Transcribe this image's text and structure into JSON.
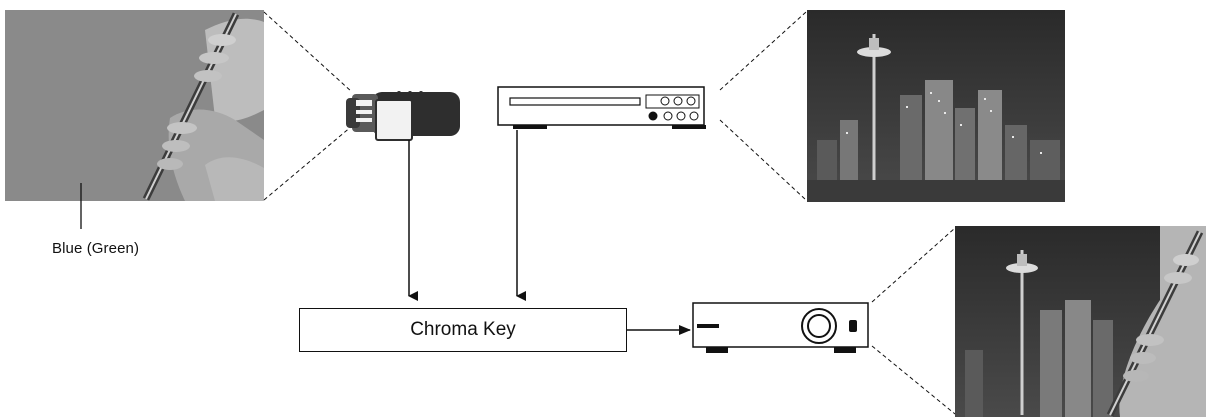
{
  "labels": {
    "background_color_label": "Blue (Green)",
    "processor_label": "Chroma Key"
  },
  "icons": {
    "performer_photo": "musician-playing-flute-on-blank-backdrop",
    "camera": "video-camera-icon",
    "player": "dvd-player-icon",
    "background_photo": "night-city-skyline-with-tower",
    "projector": "projector-icon",
    "result_photo": "composited-musician-over-city-skyline"
  },
  "colors": {
    "backdrop": "#8a8a8a",
    "line": "#111111"
  }
}
